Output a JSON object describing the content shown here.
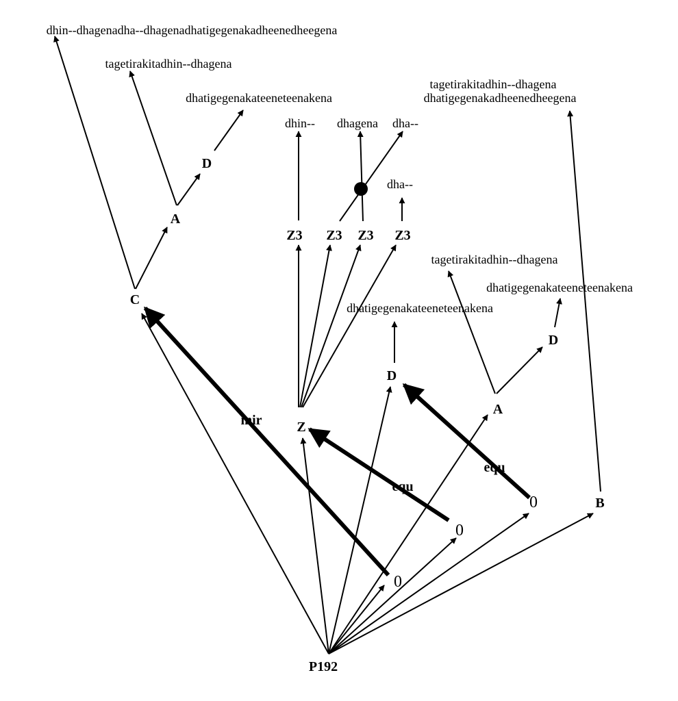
{
  "colors": {
    "ink": "#000000",
    "background": "#ffffff"
  },
  "nodes": {
    "root": "P192",
    "c": "C",
    "a_left": "A",
    "d_left": "D",
    "z": "Z",
    "z3_1": "Z3",
    "z3_2": "Z3",
    "z3_3": "Z3",
    "z3_4": "Z3",
    "d_mid": "D",
    "a_right": "A",
    "d_right": "D",
    "b": "B",
    "zero_1": "0",
    "zero_2": "0",
    "zero_3": "0"
  },
  "leaves": {
    "c_top": "dhin--dhagenadha--dhagenadhatigegenakadheenedheegena",
    "a_left_top": "tagetirakitadhin--dhagena",
    "d_left_top": "dhatigegenakateeneteenakena",
    "z3_1_top": "dhin--",
    "z3_3_top": "dhagena",
    "z3_2_top": "dha--",
    "z3_4_top": "dha--",
    "d_mid_top": "dhatigegenakateeneteenakena",
    "a_right_top": "tagetirakitadhin--dhagena",
    "d_right_top": "dhatigegenakateeneteenakena",
    "b_top_line1": "tagetirakitadhin--dhagena",
    "b_top_line2": "dhatigegenakadheenedheegena"
  },
  "edge_labels": {
    "mir": "mir",
    "equ_1": "equ",
    "equ_2": "equ"
  }
}
